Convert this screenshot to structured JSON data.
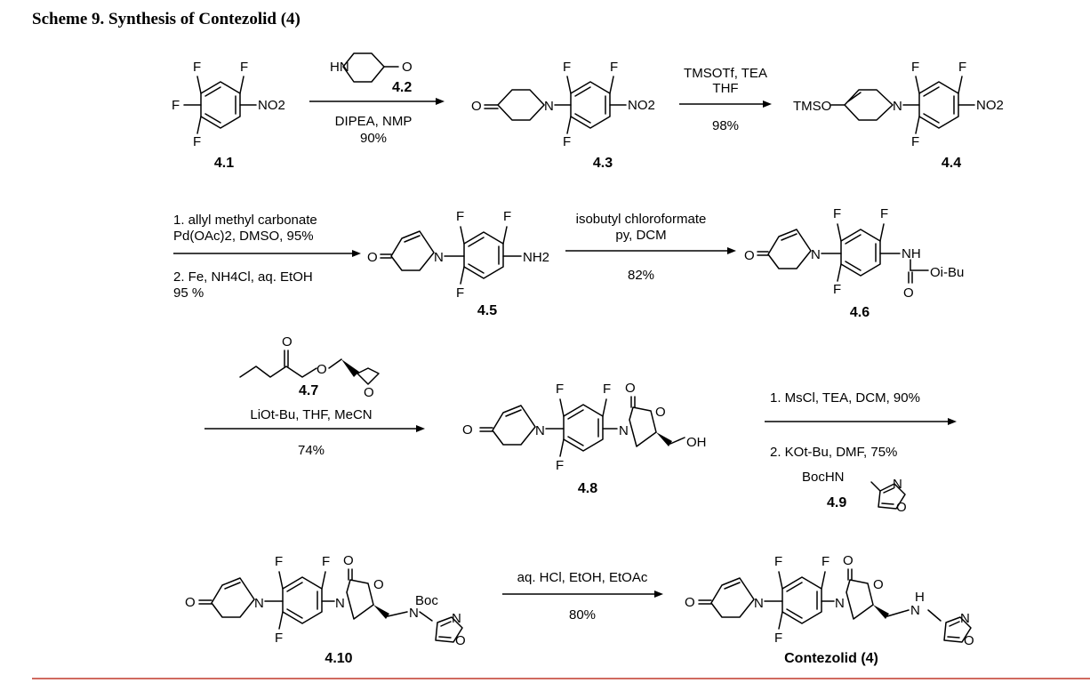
{
  "title": "Scheme 9. Synthesis of Contezolid (4)",
  "compounds": {
    "c41": "4.1",
    "c42": "4.2",
    "c43": "4.3",
    "c44": "4.4",
    "c45": "4.5",
    "c46": "4.6",
    "c47": "4.7",
    "c48": "4.8",
    "c49": "4.9",
    "c410": "4.10",
    "final": "Contezolid (4)"
  },
  "steps": [
    {
      "above": [],
      "below": [
        "DIPEA, NMP",
        "90%"
      ]
    },
    {
      "above": [
        "TMSOTf, TEA",
        "THF"
      ],
      "below": [
        "98%"
      ]
    },
    {
      "above": [
        "1. allyl methyl carbonate",
        "Pd(OAc)2, DMSO, 95%"
      ],
      "below": [
        "2. Fe, NH4Cl, aq. EtOH",
        "95 %"
      ]
    },
    {
      "above": [
        "isobutyl chloroformate",
        "py, DCM"
      ],
      "below": [
        "82%"
      ]
    },
    {
      "above": [
        "LiOt-Bu, THF, MeCN"
      ],
      "below": [
        "74%"
      ]
    },
    {
      "above": [
        "1. MsCl, TEA, DCM, 90%"
      ],
      "below": [
        "2. KOt-Bu, DMF, 75%"
      ]
    },
    {
      "above": [
        "aq. HCl, EtOH, EtOAc"
      ],
      "below": [
        "80%"
      ]
    }
  ],
  "atoms": {
    "F": "F",
    "O": "O",
    "N": "N",
    "NO2": "NO2",
    "HN": "HN",
    "NH": "NH",
    "NH2": "NH2",
    "TMSO": "TMSO",
    "Oi-Bu": "Oi-Bu",
    "OH": "OH",
    "BocHN": "BocHN",
    "Boc": "Boc",
    "H": "H"
  },
  "colors": {
    "rule": "#c0392b",
    "ink": "#000000"
  }
}
